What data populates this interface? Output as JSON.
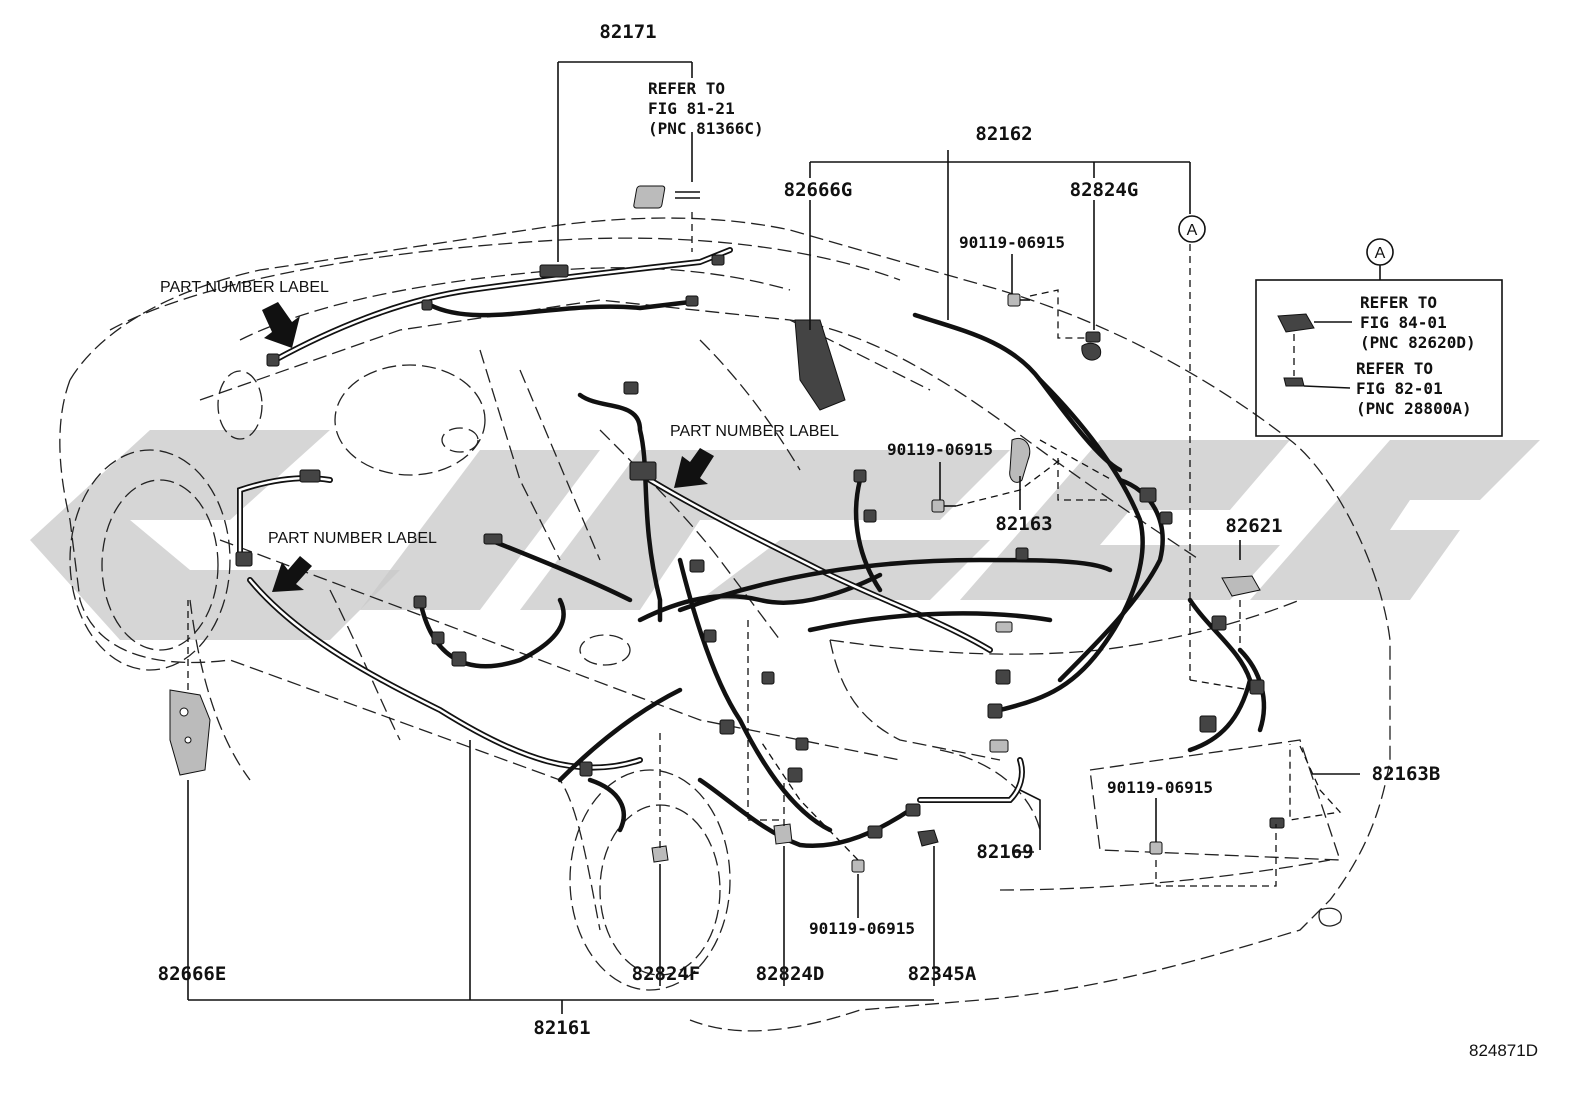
{
  "diagram_code": "824871D",
  "part_numbers": {
    "p82171": "82171",
    "p82162": "82162",
    "p82666G": "82666G",
    "p82824G": "82824G",
    "p90119_top": "90119-06915",
    "p90119_mid": "90119-06915",
    "p82163": "82163",
    "p82621": "82621",
    "p82163B": "82163B",
    "p90119_right": "90119-06915",
    "p82169": "82169",
    "p90119_bottom": "90119-06915",
    "p82666E": "82666E",
    "p82824F": "82824F",
    "p82824D": "82824D",
    "p82345A": "82345A",
    "p82161": "82161"
  },
  "callouts": {
    "label_a": "PART NUMBER LABEL",
    "label_b": "PART NUMBER LABEL",
    "label_c": "PART NUMBER LABEL"
  },
  "references": {
    "top": [
      "REFER TO",
      "FIG 81-21",
      "(PNC 81366C)"
    ],
    "inset_1": [
      "REFER TO",
      "FIG 84-01",
      "(PNC 82620D)"
    ],
    "inset_2": [
      "REFER TO",
      "FIG 82-01",
      "(PNC 28800A)"
    ]
  },
  "markers": {
    "a_main": "A",
    "a_inset": "A"
  },
  "colors": {
    "ink": "#111111",
    "watermark": "#c8c8c8"
  }
}
